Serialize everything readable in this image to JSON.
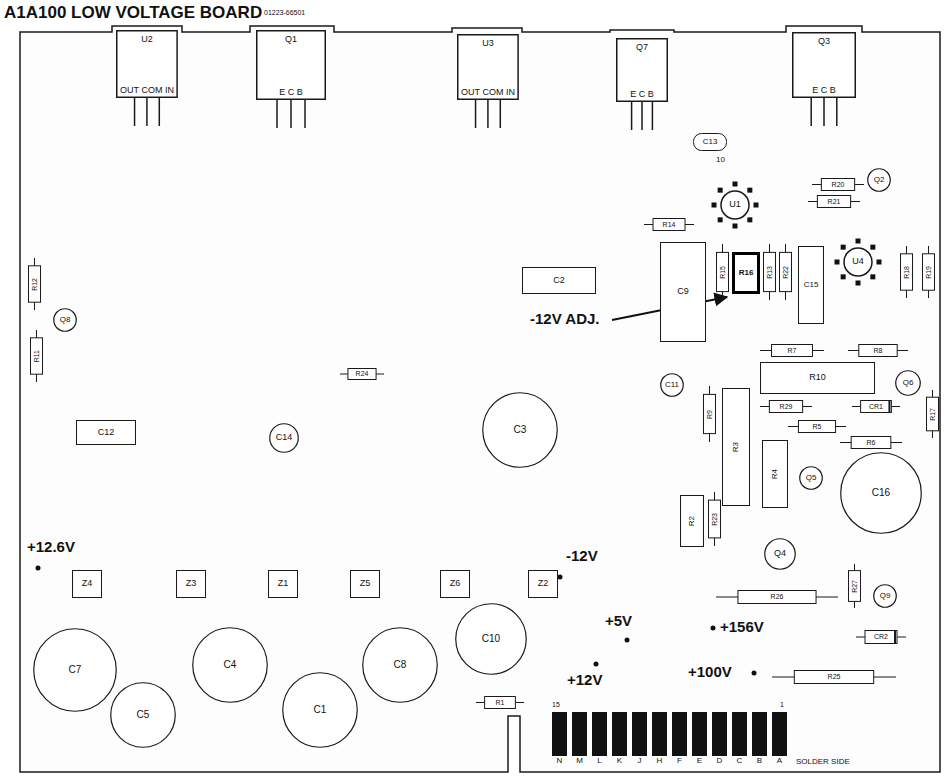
{
  "diagram": {
    "title": "A1A100 LOW VOLTAGE BOARD",
    "nodes": [
      {
        "text": [
          "U2",
          "OUT COM IN"
        ]
      },
      {
        "text": [
          "Q1",
          "E C B"
        ]
      },
      {
        "text": [
          "U3",
          "OUT COM IN"
        ]
      },
      {
        "text": [
          "Q7",
          "E C B"
        ]
      },
      {
        "text": [
          "Q3",
          "E C B"
        ]
      },
      {
        "text": [
          "C13"
        ]
      },
      {
        "text": [
          "R20"
        ]
      },
      {
        "text": [
          "Q2"
        ]
      },
      {
        "text": [
          "U1"
        ]
      },
      {
        "text": [
          "R21"
        ]
      },
      {
        "text": [
          "R14"
        ]
      },
      {
        "text": [
          "R12"
        ]
      },
      {
        "text": [
          "C2"
        ]
      },
      {
        "text": [
          "C9"
        ]
      },
      {
        "text": [
          "R15"
        ]
      },
      {
        "text": [
          "R16"
        ]
      },
      {
        "text": [
          "R13"
        ]
      },
      {
        "text": [
          "R22"
        ]
      },
      {
        "text": [
          "C15"
        ]
      },
      {
        "text": [
          "U4"
        ]
      },
      {
        "text": [
          "R18"
        ]
      },
      {
        "text": [
          "R19"
        ]
      },
      {
        "text": [
          "Q8"
        ]
      },
      {
        "text": [
          "R11"
        ]
      },
      {
        "text": [
          "R7"
        ]
      },
      {
        "text": [
          "R8"
        ]
      },
      {
        "text": [
          "R24"
        ]
      },
      {
        "text": [
          "R10"
        ]
      },
      {
        "text": [
          "Q6"
        ]
      },
      {
        "text": [
          "C11"
        ]
      },
      {
        "text": [
          "R9"
        ]
      },
      {
        "text": [
          "R3"
        ]
      },
      {
        "text": [
          "R29"
        ]
      },
      {
        "text": [
          "CR1"
        ]
      },
      {
        "text": [
          "R17"
        ]
      },
      {
        "text": [
          "R5"
        ]
      },
      {
        "text": [
          "R6"
        ]
      },
      {
        "text": [
          "C12"
        ]
      },
      {
        "text": [
          "C14"
        ]
      },
      {
        "text": [
          "C3"
        ]
      },
      {
        "text": [
          "R4"
        ]
      },
      {
        "text": [
          "Q5"
        ]
      },
      {
        "text": [
          "C16"
        ]
      },
      {
        "text": [
          "R2"
        ]
      },
      {
        "text": [
          "R23"
        ]
      },
      {
        "text": [
          "Q4"
        ]
      },
      {
        "text": [
          "R27"
        ]
      },
      {
        "text": [
          "Q9"
        ]
      },
      {
        "text": [
          "R26"
        ]
      },
      {
        "text": [
          "CR2"
        ]
      },
      {
        "text": [
          "Z4"
        ]
      },
      {
        "text": [
          "Z3"
        ]
      },
      {
        "text": [
          "Z1"
        ]
      },
      {
        "text": [
          "Z5"
        ]
      },
      {
        "text": [
          "Z6"
        ]
      },
      {
        "text": [
          "Z2"
        ]
      },
      {
        "text": [
          "C10"
        ]
      },
      {
        "text": [
          "C7"
        ]
      },
      {
        "text": [
          "C4"
        ]
      },
      {
        "text": [
          "C8"
        ]
      },
      {
        "text": [
          "R25"
        ]
      },
      {
        "text": [
          "C5"
        ]
      },
      {
        "text": [
          "C1"
        ]
      },
      {
        "text": [
          "R1"
        ]
      }
    ],
    "labels": [
      "01223-66501",
      "10",
      "-12V ADJ.",
      "+12.6V",
      "-12V",
      "+5V",
      "+12V",
      "+156V",
      "+100V",
      "15",
      "1",
      "N",
      "M",
      "L",
      "K",
      "J",
      "H",
      "F",
      "E",
      "D",
      "C",
      "B",
      "A",
      "SOLDER SIDE"
    ]
  }
}
